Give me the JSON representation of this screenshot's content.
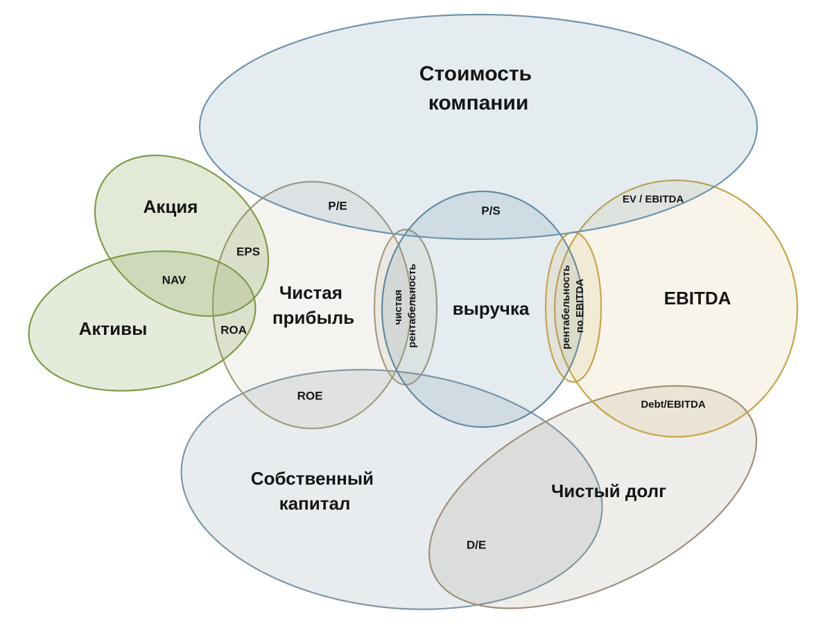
{
  "colors": {
    "company_value": "#6f95ad",
    "share": "#7f9a47",
    "assets": "#7f9a47",
    "net_profit": "#a49a7e",
    "revenue": "#5e88a3",
    "ebitda": "#c8a348",
    "equity": "#7d97a8",
    "net_debt": "#9e8f7c"
  },
  "sets": {
    "company_value": "Стоимость компании",
    "share": "Акция",
    "assets": "Активы",
    "net_profit": "Чистая прибыль",
    "revenue": "выручка",
    "ebitda": "EBITDA",
    "equity": "Собственный капитал",
    "net_debt": "Чистый долг"
  },
  "overlaps": {
    "pe": "P/E",
    "ps": "P/S",
    "ev_ebitda": "EV / EBITDA",
    "eps": "EPS",
    "nav": "NAV",
    "roa": "ROA",
    "roe": "ROE",
    "net_margin": "чистая рентабельность",
    "ebitda_margin": "рентабельность по EBITDA",
    "debt_ebitda": "Debt/EBITDA",
    "de": "D/E"
  }
}
